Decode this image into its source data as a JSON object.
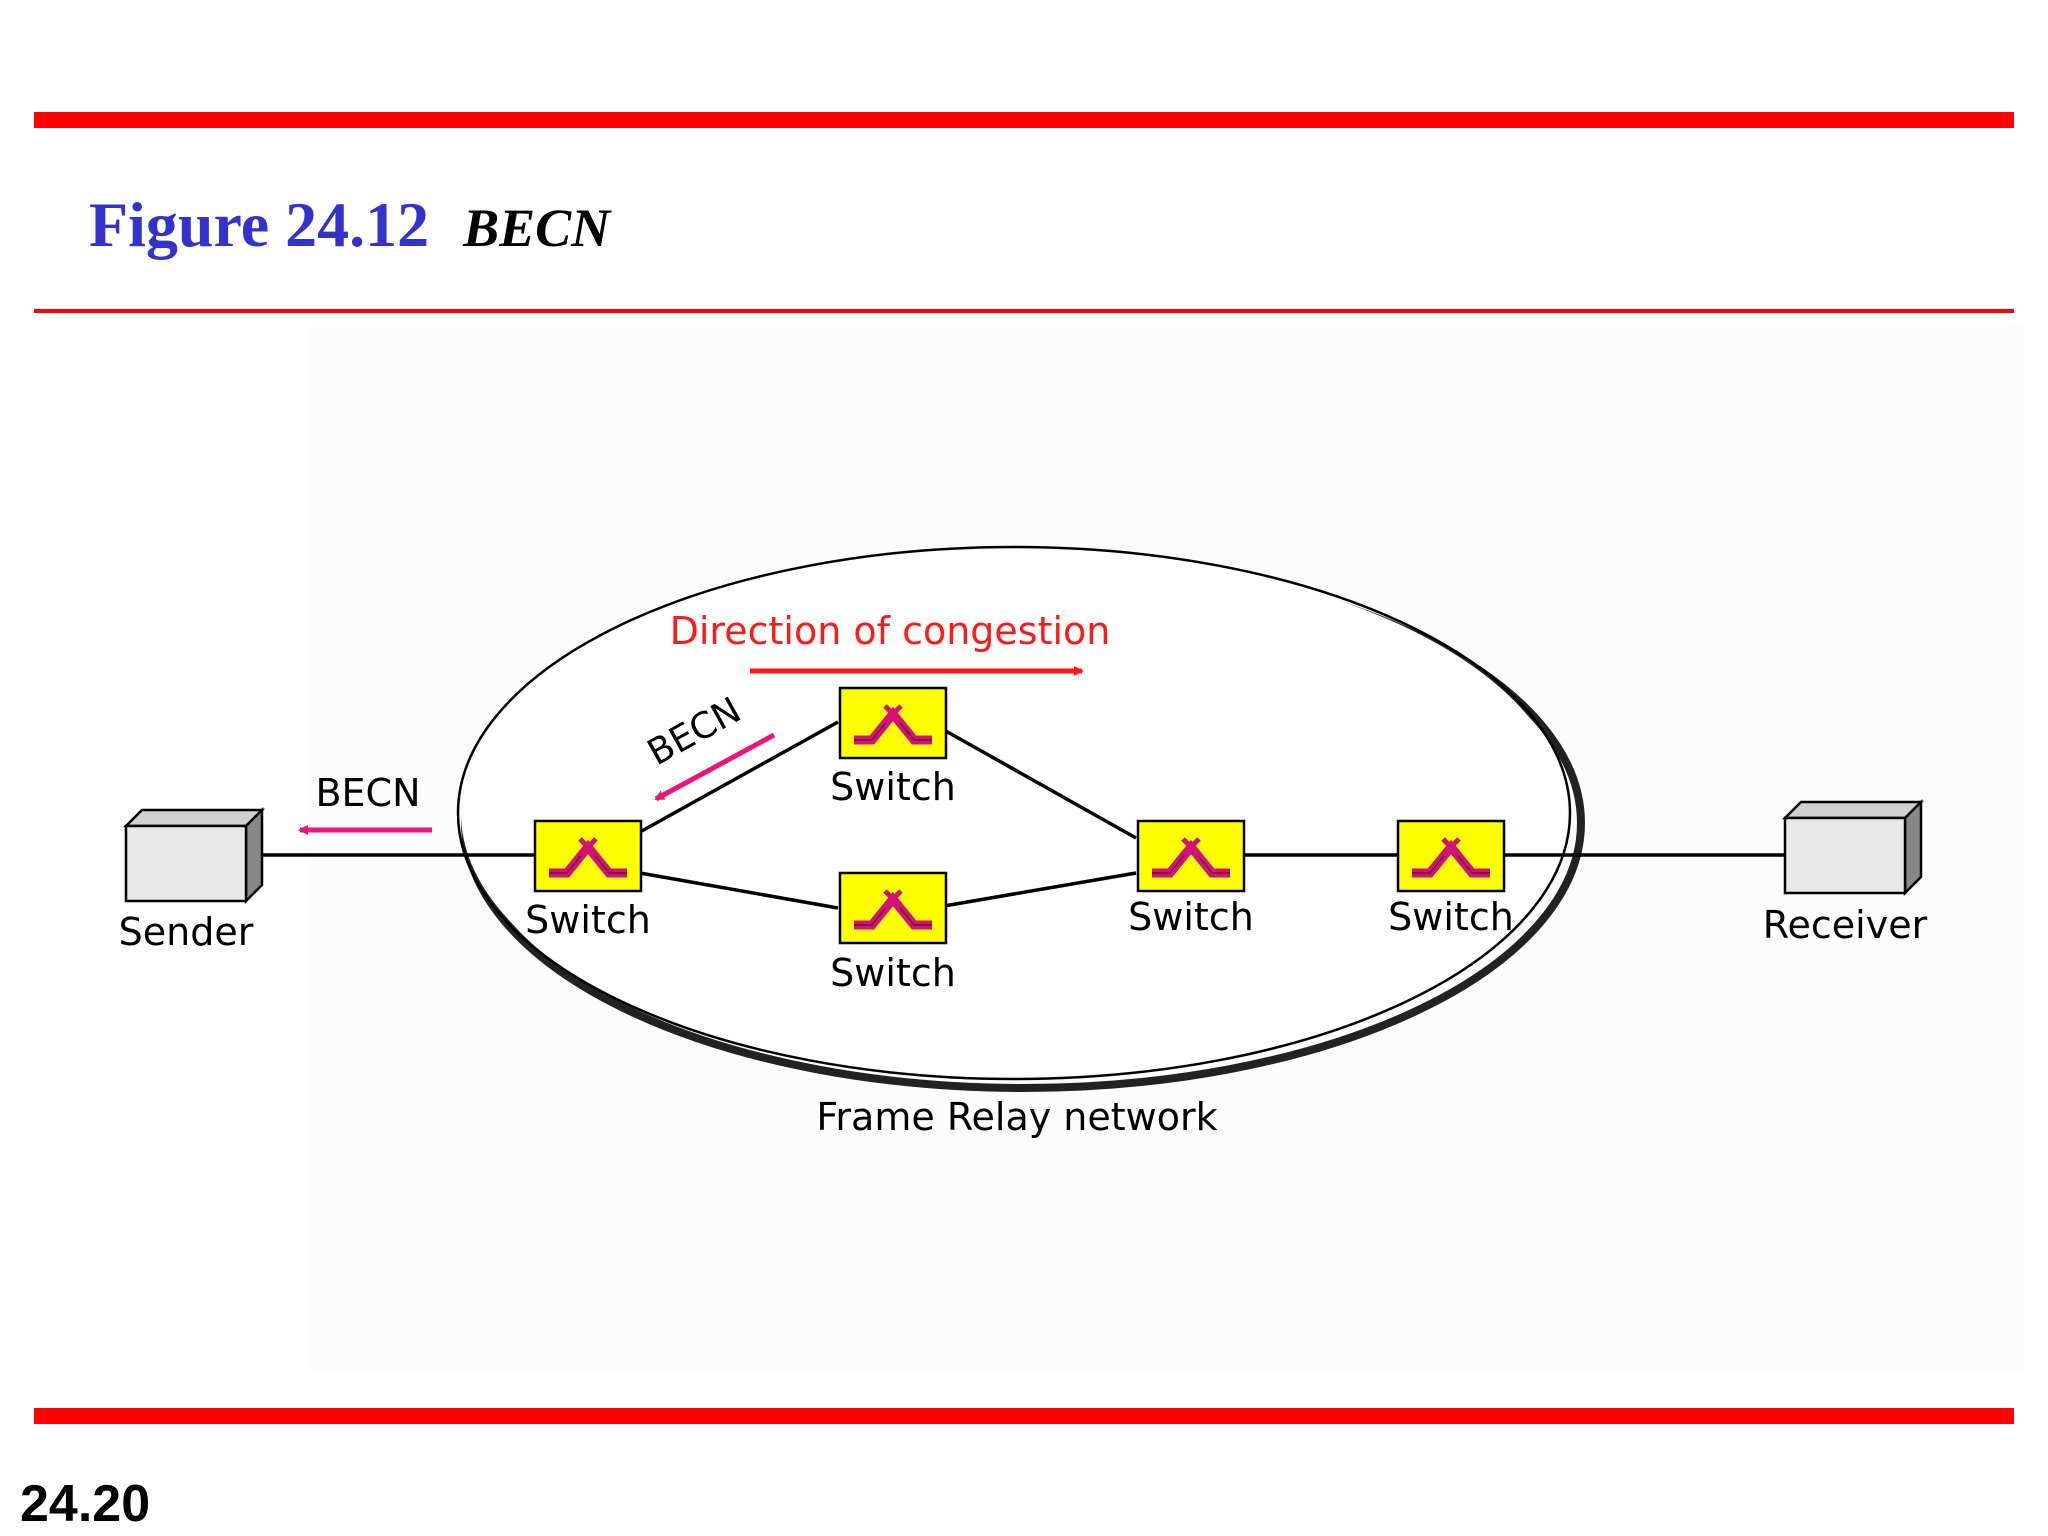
{
  "header": {
    "figure_number": "Figure 24.12",
    "figure_caption": "BECN"
  },
  "diagram": {
    "network_label": "Frame Relay network",
    "congestion_label": "Direction of congestion",
    "becn_label_inner": "BECN",
    "becn_label_outer": "BECN",
    "sender_label": "Sender",
    "receiver_label": "Receiver",
    "switch_labels": [
      "Switch",
      "Switch",
      "Switch",
      "Switch",
      "Switch"
    ],
    "colors": {
      "congestion_arrow": "#ff1a1a",
      "becn_arrow": "#e8157a",
      "switch_fill": "#ffff00",
      "switch_symbol": "#d4117a",
      "accent_rule": "#ff0000",
      "title_blue": "#3333cc"
    }
  },
  "footer": {
    "slide_number": "24.20"
  }
}
